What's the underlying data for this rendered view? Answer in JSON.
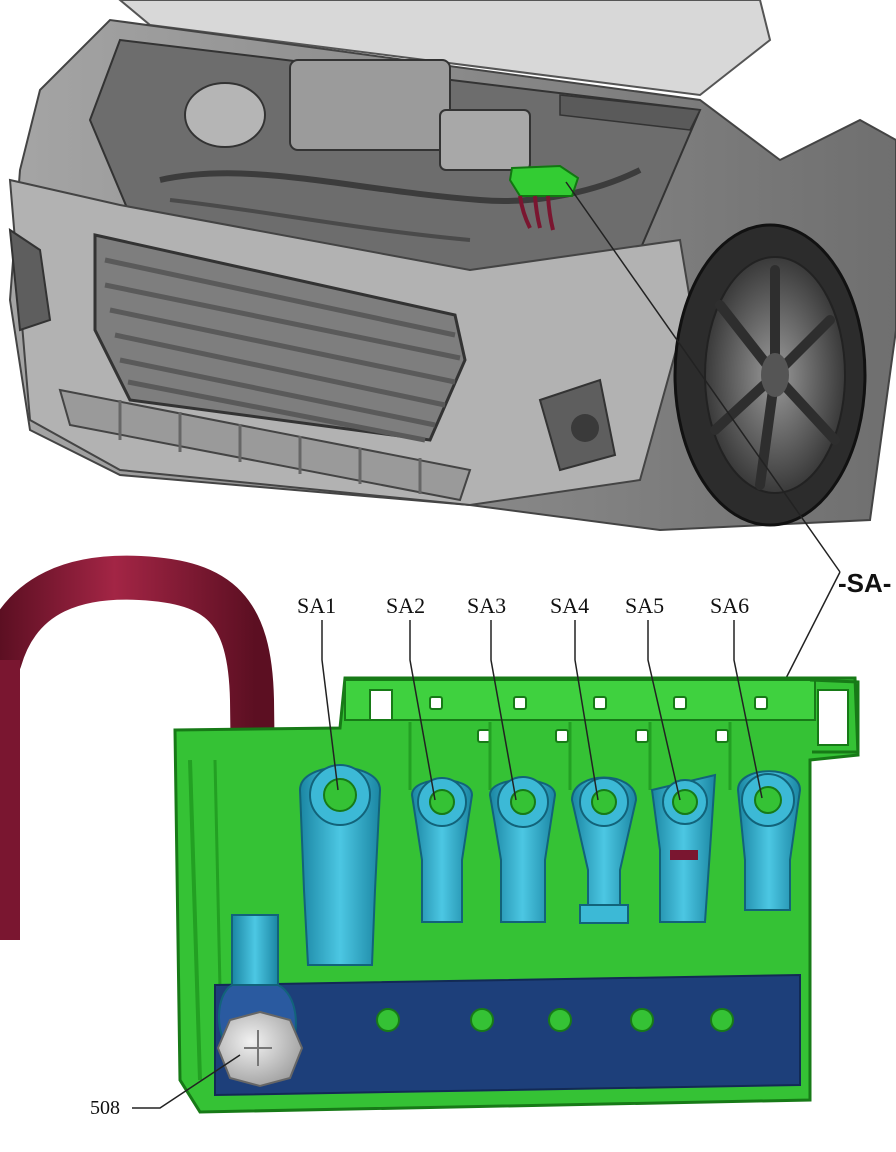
{
  "callout": {
    "main_label": "-SA-"
  },
  "terminals": [
    {
      "label": "SA1"
    },
    {
      "label": "SA2"
    },
    {
      "label": "SA3"
    },
    {
      "label": "SA4"
    },
    {
      "label": "SA5"
    },
    {
      "label": "SA6"
    }
  ],
  "part_number": {
    "label": "508"
  },
  "colors": {
    "fuse_box": "#33cc33",
    "fuse_box_dark": "#1f9a1f",
    "cable": "#7a1630",
    "cable_light": "#a32545",
    "terminal": "#2aa9c9",
    "base_plate": "#1d3f7a",
    "nut": "#cfcfcf",
    "car_body": "#8e8e8e"
  },
  "icons": {
    "fuse_box": "fuse-box-icon",
    "car": "car-front-icon",
    "bolt": "bolt-nut-icon"
  }
}
